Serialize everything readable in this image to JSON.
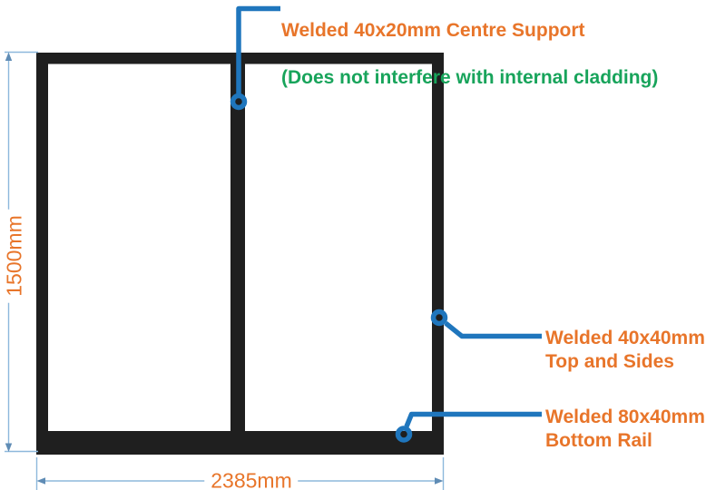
{
  "annotations": {
    "centre_support": {
      "label": "Welded 40x20mm Centre Support",
      "note": "(Does not interfere with internal cladding)"
    },
    "top_and_sides": "Welded 40x40mm\nTop and Sides",
    "bottom_rail": "Welded 80x40mm\nBottom Rail"
  },
  "dimensions": {
    "height": "1500mm",
    "width": "2385mm"
  },
  "colors": {
    "frame": "#1f1f1f",
    "leader_blue": "#1f76bd",
    "dimension_line_blue": "#8db8dc",
    "dimension_arrow_blue": "#5f8cb5",
    "annotation_orange": "#e8752a",
    "annotation_green": "#18a45b"
  }
}
